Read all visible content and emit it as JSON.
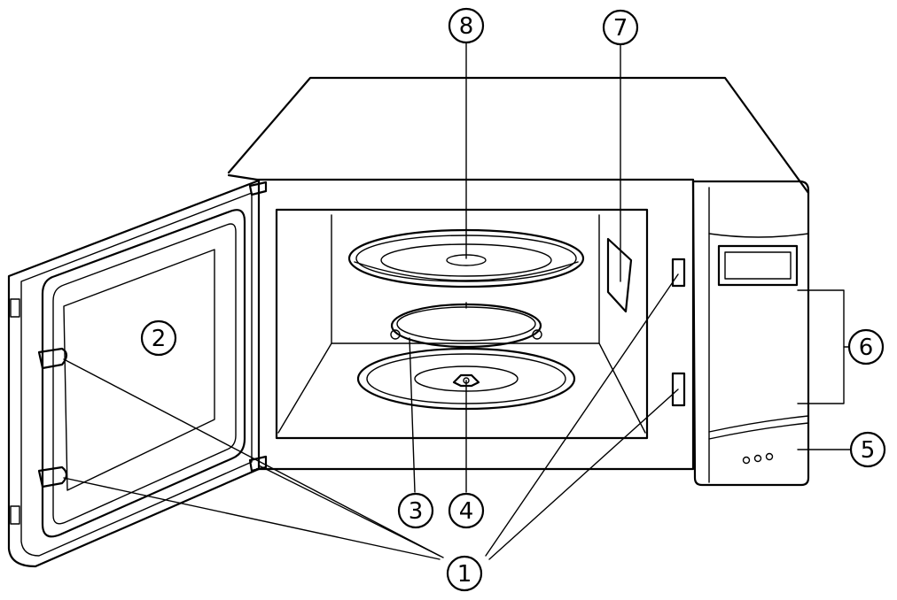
{
  "diagram": {
    "callouts": [
      {
        "id": "c1",
        "label": "1"
      },
      {
        "id": "c2",
        "label": "2"
      },
      {
        "id": "c3",
        "label": "3"
      },
      {
        "id": "c4",
        "label": "4"
      },
      {
        "id": "c5",
        "label": "5"
      },
      {
        "id": "c6",
        "label": "6"
      },
      {
        "id": "c7",
        "label": "7"
      },
      {
        "id": "c8",
        "label": "8"
      }
    ]
  },
  "colors": {
    "line": "#000000",
    "background": "#ffffff"
  }
}
